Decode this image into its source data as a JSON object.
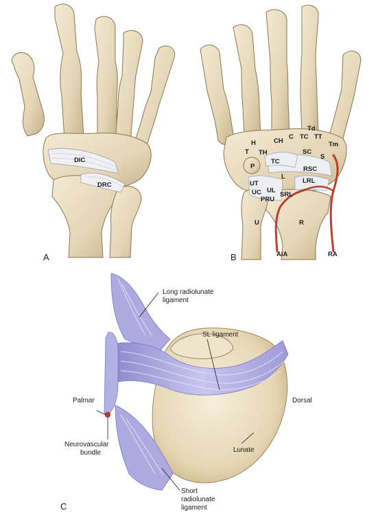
{
  "panels": {
    "a": "A",
    "b": "B",
    "c": "C"
  },
  "panel_a_labels": {
    "dic": "DIC",
    "drc": "DRC"
  },
  "panel_b_labels": {
    "td": "Td",
    "tc_top": "TC",
    "tt": "TT",
    "h": "H",
    "ch": "CH",
    "c": "C",
    "tm": "Tm",
    "t": "T",
    "th": "TH",
    "sc": "SC",
    "s": "S",
    "p": "P",
    "tc_mid": "TC",
    "rsc": "RSC",
    "l": "L",
    "lrl": "LRL",
    "ut": "UT",
    "uc": "UC",
    "ul": "UL",
    "srl": "SRL",
    "pru": "PRU",
    "u": "U",
    "r": "R",
    "aia": "AIA",
    "ra": "RA"
  },
  "panel_c_labels": {
    "long_radiolunate_line1": "Long radiolunate",
    "long_radiolunate_line2": "ligament",
    "sl_ligament": "SL ligament",
    "palmar": "Palmar",
    "dorsal": "Dorsal",
    "neurovascular_line1": "Neurovascular",
    "neurovascular_line2": "bundle",
    "lunate": "Lunate",
    "short_radiolunate_line1": "Short",
    "short_radiolunate_line2": "radiolunate",
    "short_radiolunate_line3": "ligament"
  },
  "colors": {
    "bone": "#e8dcc0",
    "bone_shadow": "#c9b690",
    "bone_outline": "#8a7550",
    "ligament": "#a9a6dc",
    "ligament_light": "#d3d1f2",
    "ligament_white": "#f2f2f6",
    "artery": "#b8402a"
  }
}
